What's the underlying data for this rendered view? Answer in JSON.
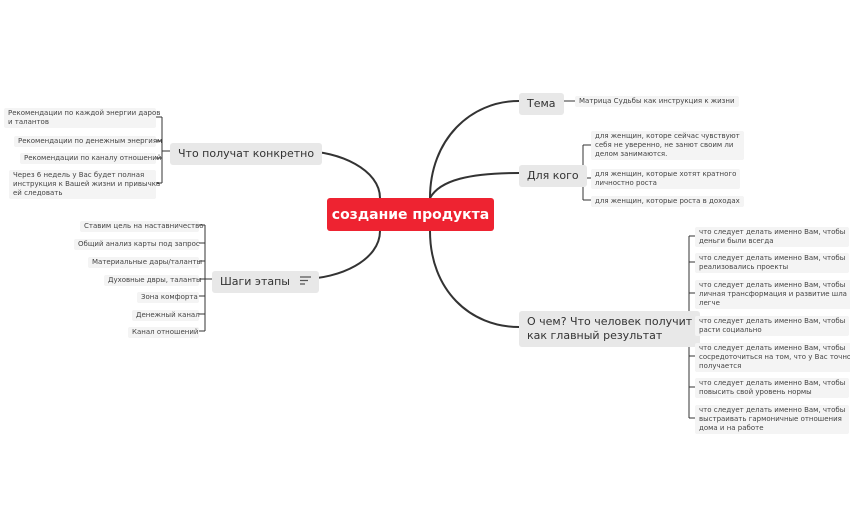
{
  "root": {
    "label": "создание продукта"
  },
  "right": {
    "tema": {
      "label": "Тема",
      "items": [
        "Матрица Судьбы как инструкция к жизни"
      ]
    },
    "dlya_kogo": {
      "label": "Для кого",
      "items": [
        [
          "для женщин, которе сейчас чувствуют",
          "себя не уверенно, не занют своим ли",
          "делом занимаются."
        ],
        [
          "для женщин, которые хотят кратного",
          "личностно роста"
        ],
        [
          "для женщин, которые роста в доходах"
        ]
      ]
    },
    "o_chem": {
      "label_line1": "О чем? Что человек получит",
      "label_line2": "как главный результат",
      "items": [
        [
          "что следует делать именно Вам, чтобы",
          "деньги были всегда"
        ],
        [
          "что следует делать именно Вам, чтобы",
          "реализовались проекты"
        ],
        [
          "что следует делать именно Вам, чтобы",
          "личная трансформация и развитие шла",
          "легче"
        ],
        [
          "что следует делать именно Вам, чтобы",
          "расти социально"
        ],
        [
          "что следует делать именно Вам, чтобы",
          "сосредоточиться на том, что у Вас точно",
          "получается"
        ],
        [
          "что следует делать именно Вам, чтобы",
          "повысить свой уровень нормы"
        ],
        [
          "что следует делать именно Вам, чтобы",
          "выстраивать гармоничные отношения",
          "дома и на работе"
        ]
      ]
    }
  },
  "left": {
    "chto_poluchat": {
      "label": "Что получат конкретно",
      "items": [
        [
          "Рекомендации по каждой энергии даров",
          "и талантов"
        ],
        [
          "Рекомендации по денежным энергиям"
        ],
        [
          "Рекомендации по каналу отношений"
        ],
        [
          "Через 6 недель у Вас будет полная",
          "инструкция к Вашей жизни и привычка",
          "ей следовать"
        ]
      ]
    },
    "shagi": {
      "label": "Шаги этапы",
      "icon": "menu-lines-icon",
      "items": [
        "Ставим цель на наставничество",
        "Общий анализ карты под запрос",
        "Материальные дары/таланты",
        "Духовные двры, таланты",
        "Зона комфорта",
        "Денежный канал",
        "Канал отношений"
      ]
    }
  },
  "colors": {
    "root": "#ee2331",
    "line": "#333333",
    "main_bg": "#e8e8e8",
    "sub_bg": "#f4f4f4"
  }
}
